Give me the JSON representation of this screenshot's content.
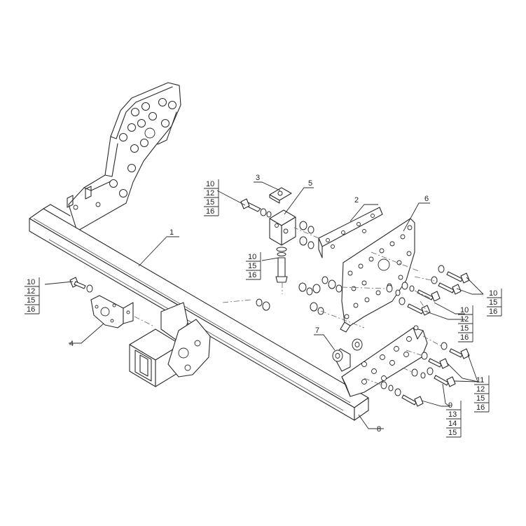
{
  "callouts": [
    {
      "id": "c1",
      "lines": [
        "1"
      ]
    },
    {
      "id": "c2",
      "lines": [
        "2"
      ]
    },
    {
      "id": "c3",
      "lines": [
        "3"
      ]
    },
    {
      "id": "c4",
      "lines": [
        "4"
      ]
    },
    {
      "id": "c5",
      "lines": [
        "5"
      ]
    },
    {
      "id": "c6",
      "lines": [
        "6"
      ]
    },
    {
      "id": "c7",
      "lines": [
        "7"
      ]
    },
    {
      "id": "c8",
      "lines": [
        "8"
      ]
    },
    {
      "id": "s_top",
      "lines": [
        "10",
        "12",
        "15",
        "16"
      ]
    },
    {
      "id": "s_mid",
      "lines": [
        "10",
        "15",
        "16"
      ]
    },
    {
      "id": "s_left",
      "lines": [
        "10",
        "12",
        "15",
        "16"
      ]
    },
    {
      "id": "s_r1",
      "lines": [
        "10",
        "15",
        "16"
      ]
    },
    {
      "id": "s_r2",
      "lines": [
        "10",
        "12",
        "15",
        "16"
      ]
    },
    {
      "id": "s_r3",
      "lines": [
        "11",
        "12",
        "15",
        "16"
      ]
    },
    {
      "id": "s_r4",
      "lines": [
        "9",
        "13",
        "14",
        "15"
      ]
    }
  ]
}
